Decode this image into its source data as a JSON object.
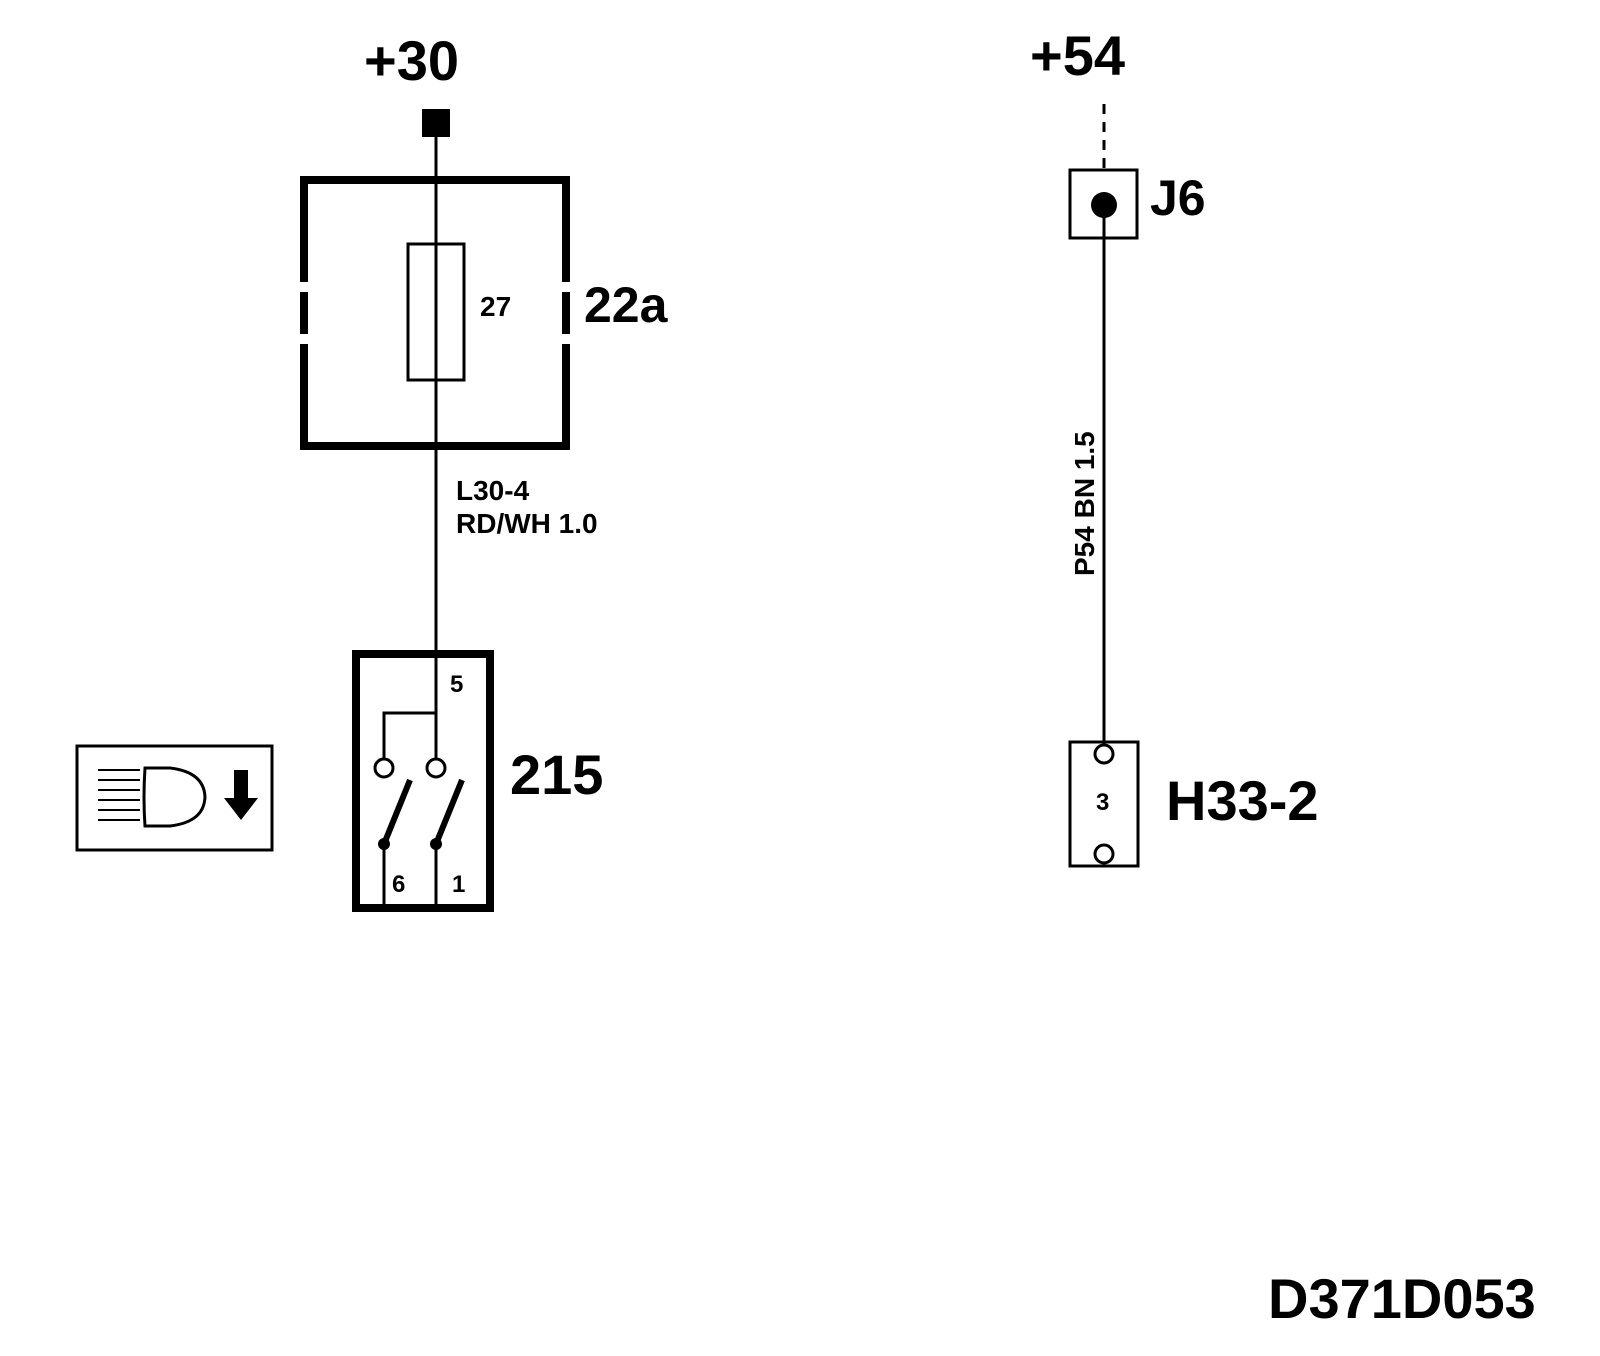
{
  "terminals": {
    "left": "+30",
    "right": "+54"
  },
  "fuse_box": {
    "id": "22a",
    "fuse_number": "27"
  },
  "wire_left": {
    "circuit": "L30-4",
    "spec": "RD/WH 1.0"
  },
  "switch": {
    "id": "215",
    "pin_top": "5",
    "pin_bottom_left": "6",
    "pin_bottom_right": "1"
  },
  "junction": {
    "id": "J6"
  },
  "wire_right": {
    "label": "P54 BN 1.5"
  },
  "connector": {
    "id": "H33-2",
    "pin": "3"
  },
  "drawing_number": "D371D053",
  "icons": {
    "headlamp": "low-beam-headlamp-icon"
  }
}
